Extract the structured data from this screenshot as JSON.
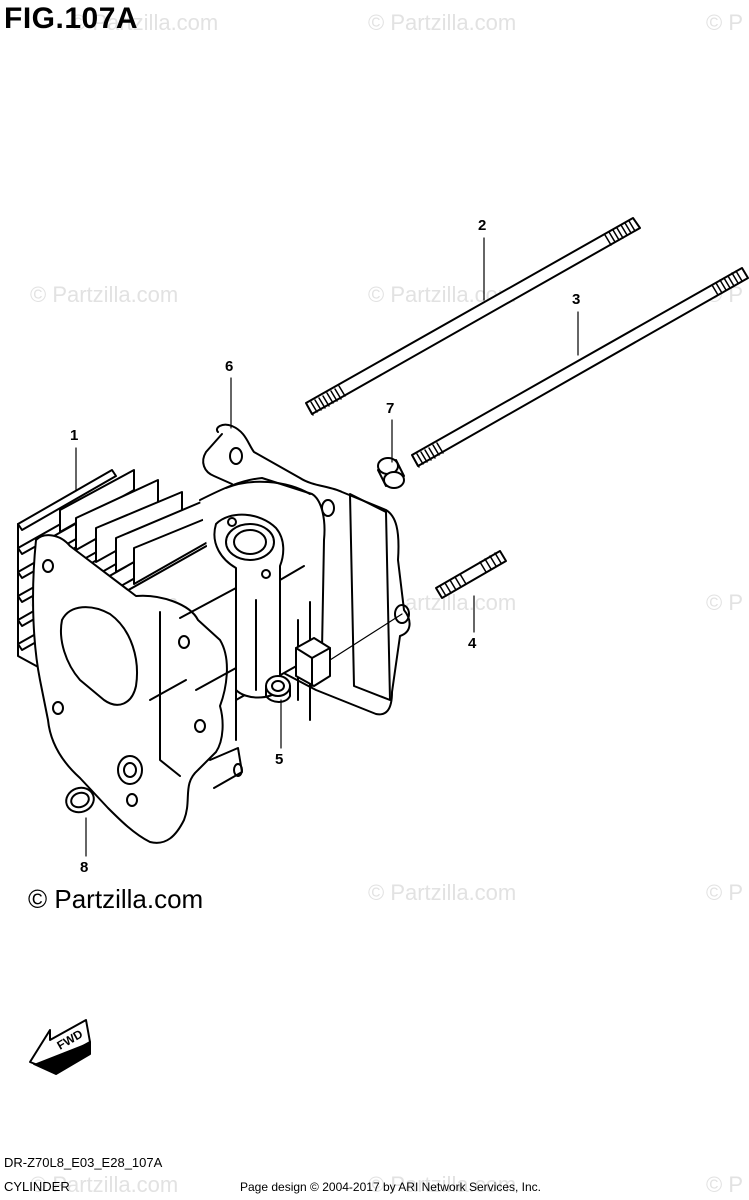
{
  "figure": {
    "title": "FIG.107A",
    "code": "DR-Z70L8_E03_E28_107A",
    "name": "CYLINDER"
  },
  "watermark": {
    "text": "© Partzilla.com",
    "text_partial": "© P"
  },
  "callouts": [
    "1",
    "2",
    "3",
    "4",
    "5",
    "6",
    "7",
    "8"
  ],
  "fwd_label": "FWD",
  "footer": {
    "copyright": "Page design © 2004-2017 by ARI Network Services, Inc."
  },
  "colors": {
    "line": "#000000",
    "watermark": "#e2e2e2"
  }
}
